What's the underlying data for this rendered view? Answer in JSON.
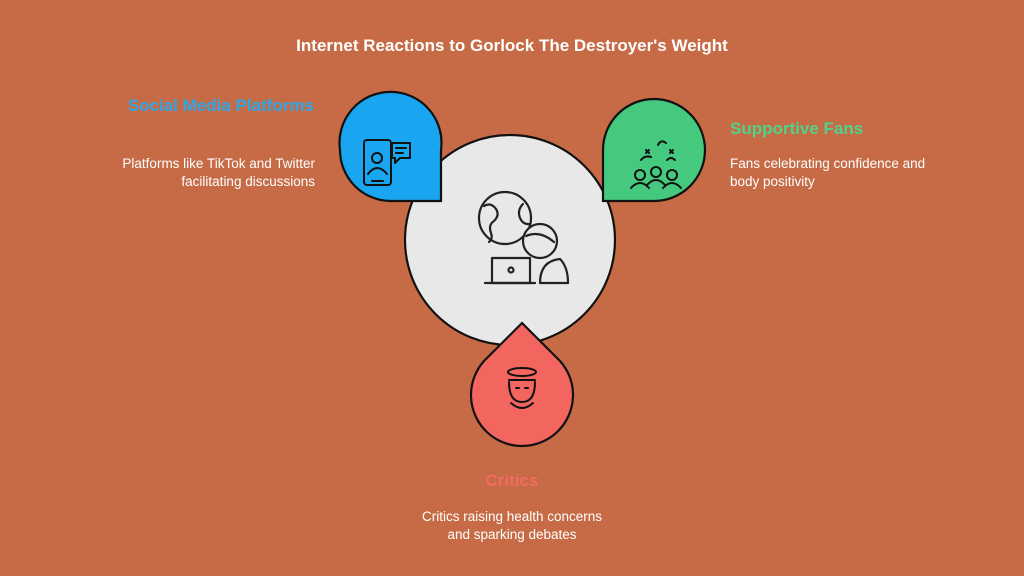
{
  "title": "Internet Reactions to Gorlock The Destroyer's Weight",
  "center": {
    "icon": "internet-globe-laptop-icon"
  },
  "nodes": [
    {
      "heading": "Social Media Platforms",
      "description": "Platforms like TikTok and Twitter facilitating discussions",
      "icon": "phone-chat-icon",
      "color": "#1aa5f0",
      "heading_color": "#2ea6e8"
    },
    {
      "heading": "Supportive Fans",
      "description": "Fans celebrating confidence and body positivity",
      "icon": "cheering-crowd-icon",
      "color": "#45c97f",
      "heading_color": "#4fd389"
    },
    {
      "heading": "Critics",
      "description": "Critics raising health concerns and sparking debates",
      "icon": "critic-person-icon",
      "color": "#f3655f",
      "heading_color": "#f26a64"
    }
  ]
}
